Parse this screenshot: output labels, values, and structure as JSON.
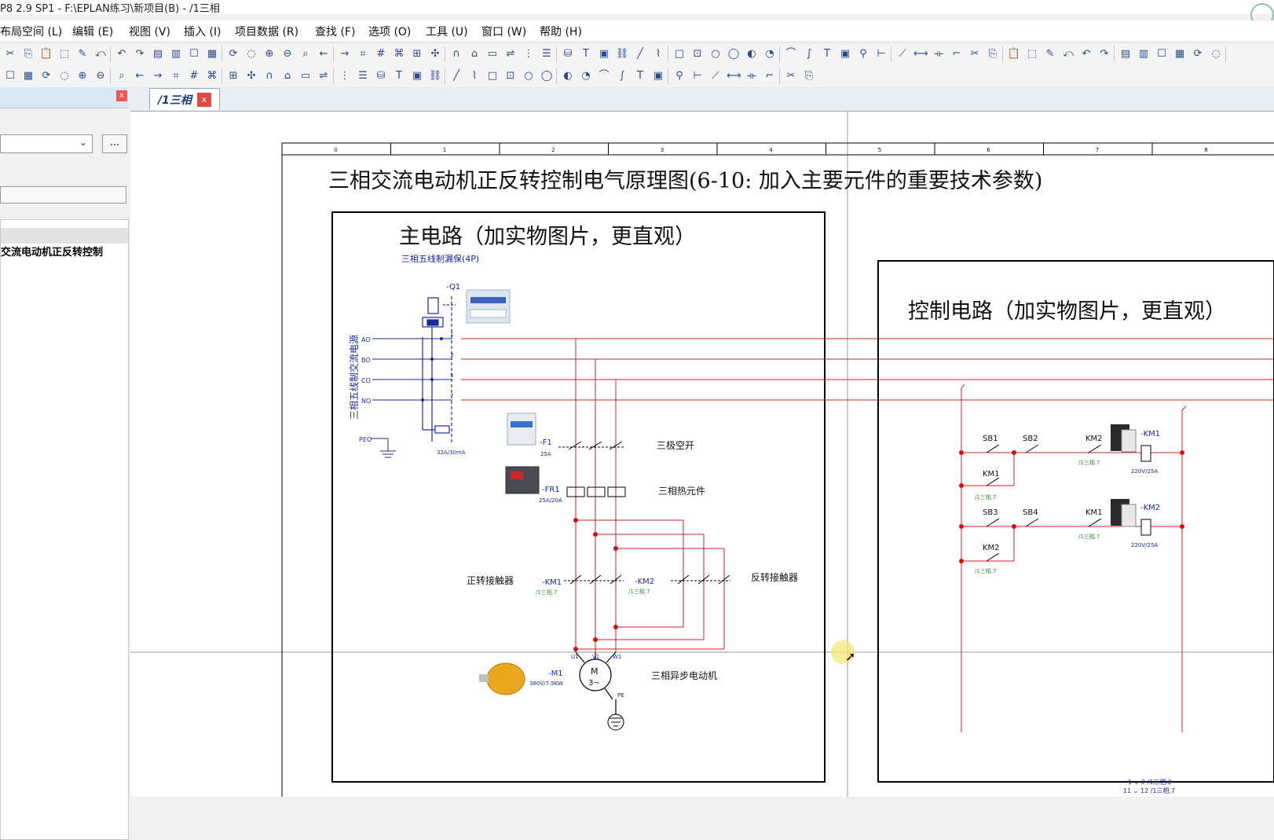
{
  "window": {
    "title": "P8 2.9 SP1 - F:\\EPLAN练习\\新项目(B) - /1三相"
  },
  "menu": [
    "布局空间 (L)",
    "编辑 (E)",
    "视图 (V)",
    "插入 (I)",
    "项目数据 (R)",
    "查找 (F)",
    "选项 (O)",
    "工具 (U)",
    "窗口 (W)",
    "帮助 (H)"
  ],
  "left_panel": {
    "tree_item": "交流电动机正反转控制",
    "dots_label": "...",
    "close_label": "x"
  },
  "tab": {
    "label": "/1三相",
    "close_label": "x"
  },
  "drawing": {
    "columns": [
      "0",
      "1",
      "2",
      "3",
      "4",
      "5",
      "6",
      "7",
      "8"
    ],
    "title": "三相交流电动机正反转控制电气原理图(6-10:   加入主要元件的重要技术参数)",
    "main_circuit": {
      "heading": "主电路（加实物图片，更直观）",
      "breaker_desc": "三相五线制漏保(4P)",
      "q1": "-Q1",
      "q1_rating": "32A/30mA",
      "supply_label": "三相五线制交流电源",
      "phases": [
        "AO",
        "BO",
        "CO",
        "NO",
        "PEO"
      ],
      "f1": "-F1",
      "f1_rating": "25A",
      "f1_desc": "三极空开",
      "fr1": "-FR1",
      "fr1_rating": "25A/20A",
      "fr1_desc": "三相热元件",
      "km1": "-KM1",
      "km1_ref": "/1三相.7",
      "km1_desc": "正转接触器",
      "km2": "-KM2",
      "km2_ref": "/1三相.7",
      "km2_desc": "反转接触器",
      "m1": "-M1",
      "m1_rating": "380V/7.5KW",
      "m1_desc": "三相异步电动机",
      "motor_symbol_m": "M",
      "motor_symbol_3": "3~",
      "terminals": [
        "U1",
        "V1",
        "W1"
      ],
      "pe": "PE"
    },
    "control_circuit": {
      "heading": "控制电路（加实物图片，更直观）",
      "rows": [
        {
          "sb_a": "SB1",
          "sb_b": "SB2",
          "interlock": "KM2",
          "coil": "-KM1",
          "coil_rating": "220V/25A",
          "hold": "KM1",
          "hold_ref": "/1三相.7",
          "interlock_ref": "/1三相.7"
        },
        {
          "sb_a": "SB3",
          "sb_b": "SB4",
          "interlock": "KM1",
          "coil": "-KM2",
          "coil_rating": "220V/25A",
          "hold": "KM2",
          "hold_ref": "/1三相.7",
          "interlock_ref": "/1三相.7"
        }
      ],
      "footer_a": "1 ⌄ 2  /1三相.2",
      "footer_b": "11 ⌄ 12 /1三相.7"
    }
  },
  "colors": {
    "wire": "#c8202a",
    "frame": "#000000",
    "dot": "#d01010",
    "leftwire": "#2030a0"
  }
}
